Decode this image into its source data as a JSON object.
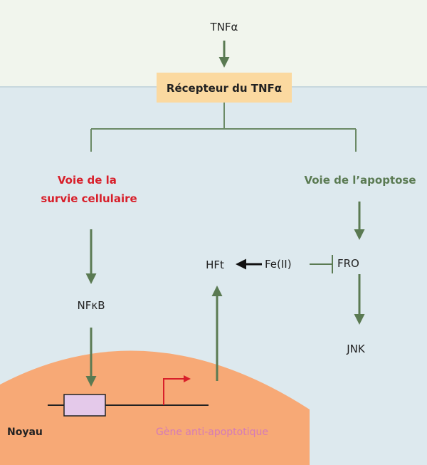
{
  "colors": {
    "cell_background": "#dde9ee",
    "outside_background": "#f1f5ed",
    "receptor_box": "#fbd9a0",
    "nucleus": "#f7a976",
    "gene_box": "#e4c9ea",
    "green_arrow": "#5a7a52",
    "red_promoter": "#d81f2a",
    "black_arrow": "#111111"
  },
  "labels": {
    "tnf_alpha": "TNFα",
    "receptor": "Récepteur du TNFα",
    "survival_line1": "Voie de la",
    "survival_line2": "survie cellulaire",
    "apoptosis": "Voie de l’apoptose",
    "hft": "HFt",
    "fe": "Fe(II)",
    "fro": "FRO",
    "nfkb": "NFκB",
    "jnk": "JNK",
    "noyau": "Noyau",
    "gene": "Gène anti-apoptotique"
  }
}
